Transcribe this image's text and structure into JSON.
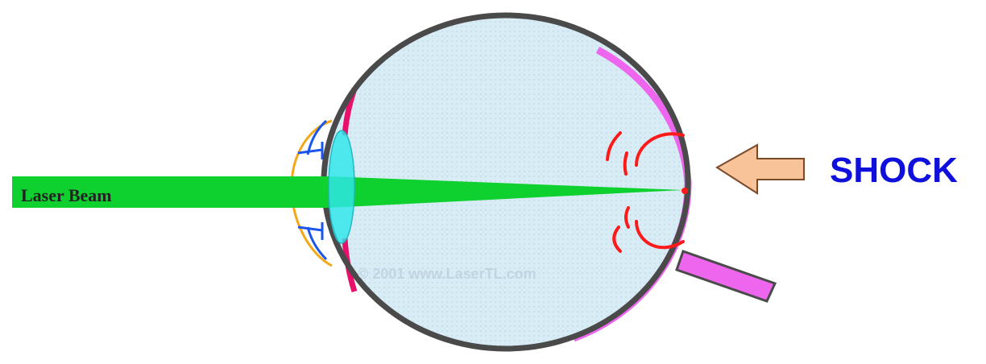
{
  "labels": {
    "laser_beam": "Laser Beam",
    "shock": "SHOCK"
  },
  "watermark": {
    "text": "© 2001 www.LaserTL.com"
  },
  "colors": {
    "eyeball_outline": "#4a4a4a",
    "eyeball_fill": "#d8ecf6",
    "laser_beam": "#0ed02e",
    "lens": "#2ee6ea",
    "retina": "#ee66ee",
    "iris": "#e8106a",
    "shock_waves": "#ff1a1a",
    "arrow_fill": "#f9c39a",
    "arrow_outline": "#7a4a28",
    "shock_text": "#1010dd",
    "cornea": "#f2a818",
    "ciliary": "#1b55ee"
  }
}
